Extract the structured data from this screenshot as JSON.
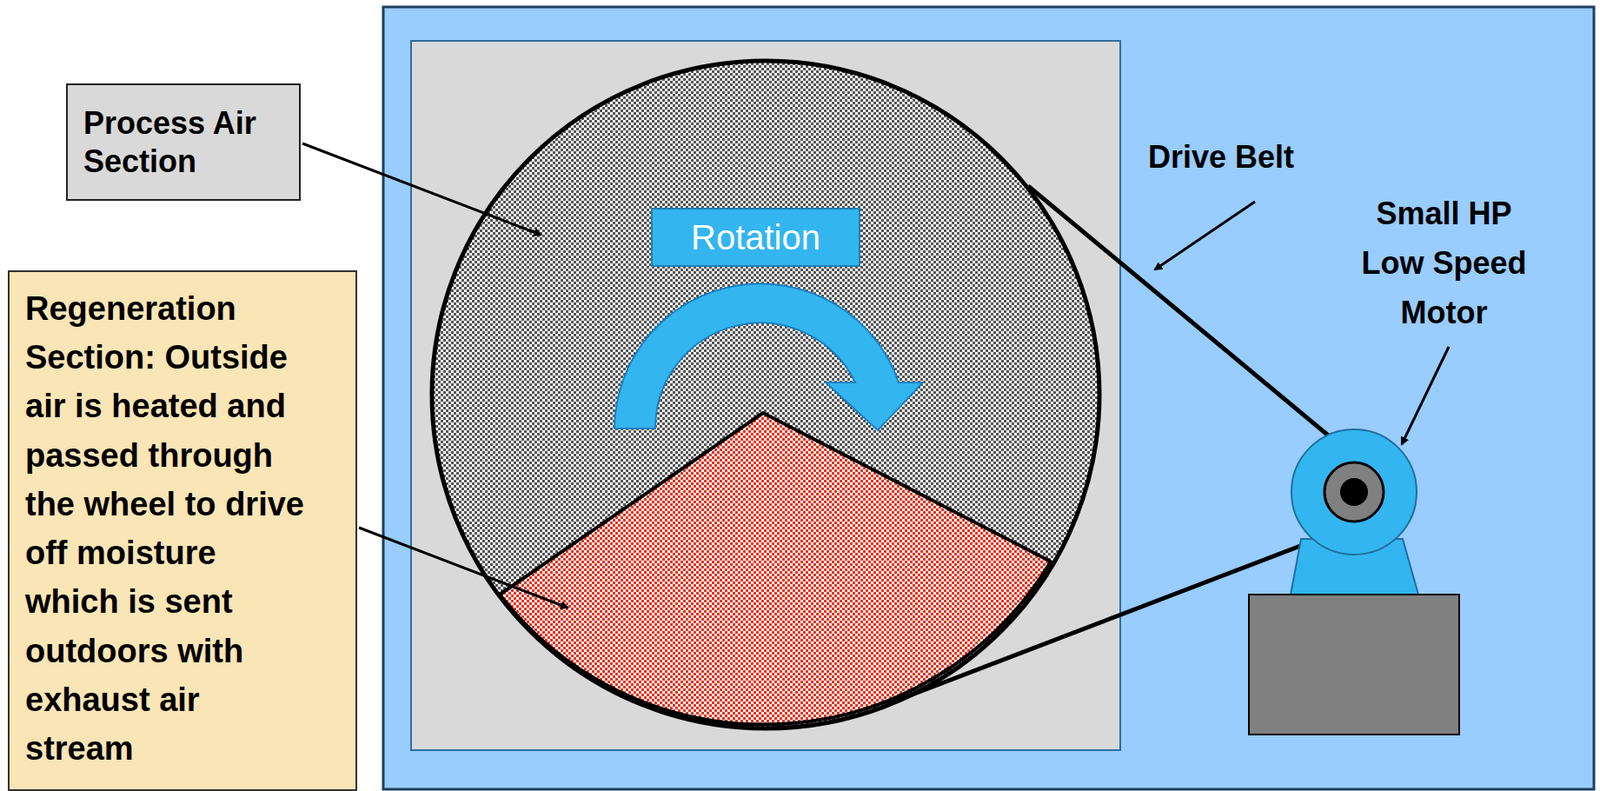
{
  "diagram": {
    "nodes": [
      {
        "text": [
          "Process Air Section"
        ]
      },
      {
        "text": [
          "Regeneration Section: Outside air is heated and passed through the wheel to drive off moisture which is sent outdoors with exhaust air stream"
        ]
      },
      {
        "text": [
          "Rotation"
        ]
      }
    ],
    "labels": [
      "Drive Belt",
      "Small HP Low Speed Motor"
    ]
  }
}
